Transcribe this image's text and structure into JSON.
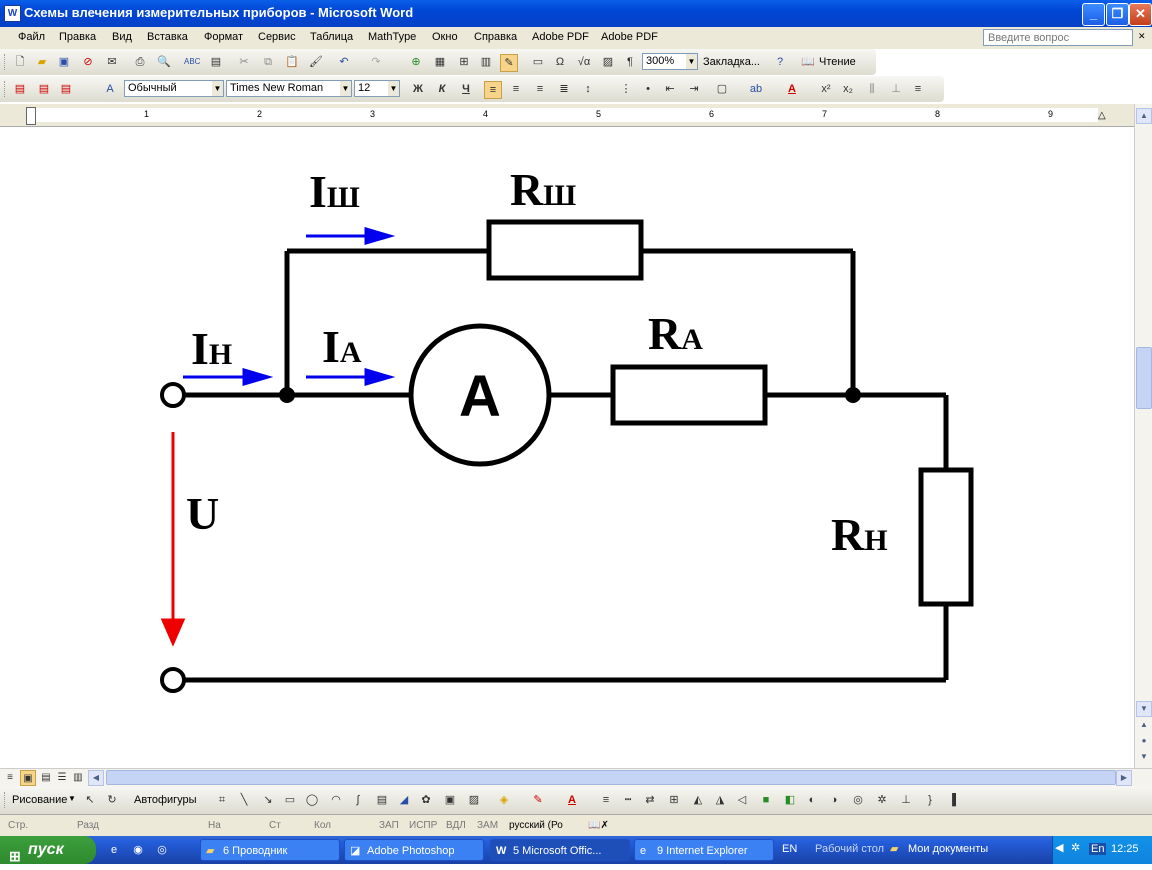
{
  "window": {
    "title": "Схемы влечения измерительных приборов - Microsoft Word",
    "icon": "word-doc-icon",
    "controls": [
      "minimize",
      "maximize",
      "close"
    ]
  },
  "menu": {
    "items": [
      "Файл",
      "Правка",
      "Вид",
      "Вставка",
      "Формат",
      "Сервис",
      "Таблица",
      "MathType",
      "Окно",
      "Справка",
      "Adobe PDF",
      "Adobe PDF"
    ],
    "ask_placeholder": "Введите вопрос"
  },
  "toolbar_standard": {
    "zoom": "300%",
    "bookmark": "Закладка...",
    "reading": "Чтение"
  },
  "toolbar_format": {
    "style": "Обычный",
    "font": "Times New Roman",
    "size": "12",
    "bold": "Ж",
    "italic": "К",
    "underline": "Ч"
  },
  "ruler": {
    "marks": [
      "1",
      "2",
      "3",
      "4",
      "5",
      "6",
      "7",
      "8",
      "9"
    ]
  },
  "circuit": {
    "labels": {
      "i_shunt": "I",
      "i_shunt_sub": "Ш",
      "r_shunt": "R",
      "r_shunt_sub": "Ш",
      "i_load": "I",
      "i_load_sub": "Н",
      "i_ammeter": "I",
      "i_ammeter_sub": "А",
      "r_ammeter": "R",
      "r_ammeter_sub": "А",
      "voltage": "U",
      "r_load": "R",
      "r_load_sub": "Н",
      "ammeter": "A"
    },
    "colors": {
      "current_arrows": "#0000ee",
      "voltage_arrow": "#ee0000",
      "wires": "#000000"
    }
  },
  "drawing_toolbar": {
    "drawing": "Рисование",
    "autoshapes": "Автофигуры"
  },
  "statusbar": {
    "page": "Стр.",
    "section": "Разд",
    "at": "На",
    "line": "Ст",
    "col": "Кол",
    "rec": "ЗАП",
    "trk": "ИСПР",
    "ext": "ВДЛ",
    "ovr": "ЗАМ",
    "language": "русский (Ро"
  },
  "taskbar": {
    "start": "пуск",
    "tasks": [
      "6 Проводник",
      "Adobe Photoshop",
      "5 Microsoft Offic...",
      "9 Internet Explorer"
    ],
    "lang": "EN",
    "desktop": "Рабочий стол",
    "mydocs": "Мои документы",
    "tray_lang": "En",
    "clock": "12:25"
  }
}
